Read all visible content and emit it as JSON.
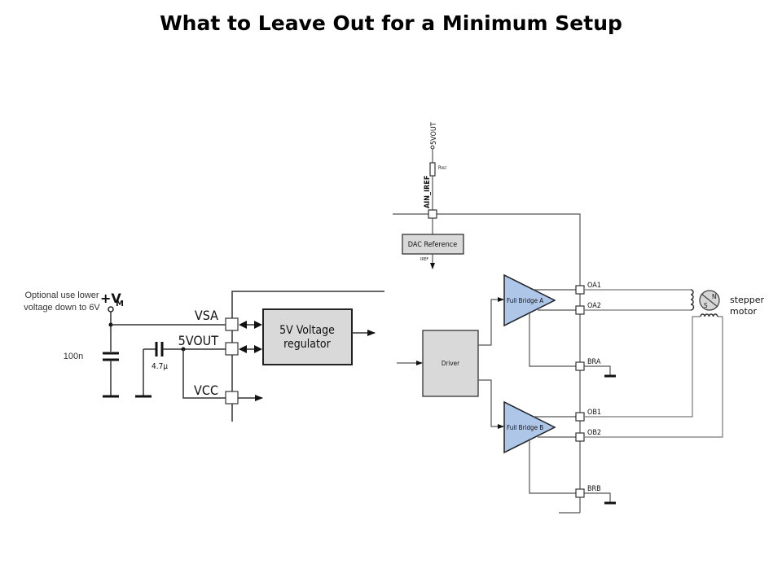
{
  "title": "What to Leave Out for a Minimum Setup",
  "notes": {
    "optional_line1": "Optional use lower",
    "optional_line2": "voltage down to 6V"
  },
  "supply": {
    "vm_plus": "+V",
    "vm_sub": "M"
  },
  "components": {
    "cap_vm": "100n",
    "cap_5vout": "4.7µ",
    "r_ref_main": "R",
    "r_ref_sub": "REF"
  },
  "pins": {
    "vsa": "VSA",
    "5vout": "5VOUT",
    "vcc": "VCC",
    "ain_iref": "AIN_IREF",
    "5vout_top": "5VOUT",
    "oa1": "OA1",
    "oa2": "OA2",
    "bra": "BRA",
    "ob1": "OB1",
    "ob2": "OB2",
    "brb": "BRB"
  },
  "blocks": {
    "regulator_line1": "5V Voltage",
    "regulator_line2": "regulator",
    "dac": "DAC Reference",
    "iref": "IREF",
    "driver": "Driver",
    "bridge_a": "Full Bridge A",
    "bridge_b": "Full Bridge B"
  },
  "motor": {
    "north": "N",
    "south": "S",
    "label_line1": "stepper",
    "label_line2": "motor"
  },
  "colors": {
    "bridge_fill": "#aec6e8",
    "block_fill": "#d9d9d9"
  }
}
